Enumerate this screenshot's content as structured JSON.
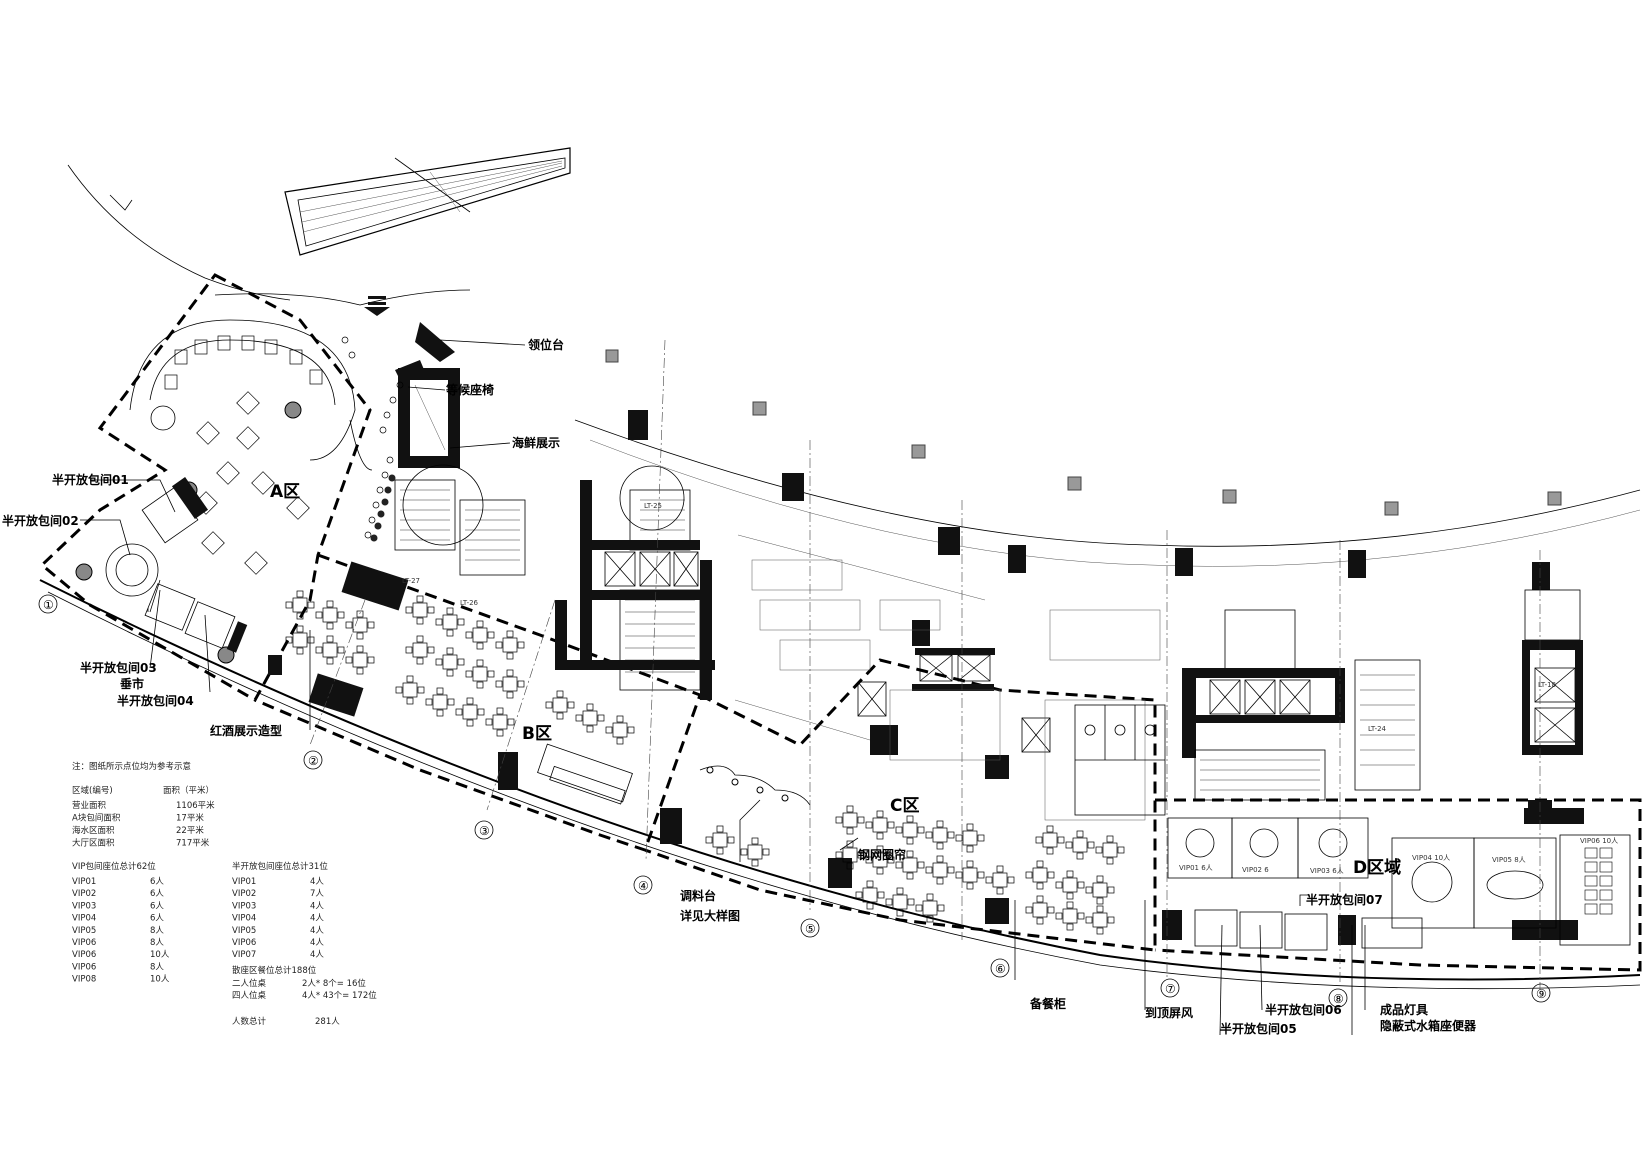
{
  "callouts": {
    "reception": "领位台",
    "waiting_seat": "等候座椅",
    "seafood_display": "海鲜展示",
    "semi_room_01": "半开放包间01",
    "semi_room_02": "半开放包间02",
    "curtain": "垂市",
    "semi_room_03": "半开放包间03",
    "semi_room_04": "半开放包间04",
    "wine_display": "红酒展示造型",
    "steel_curtain": "钢网圈帘",
    "bar_counter": "调料台",
    "see_detail": "详见大样图",
    "sideboard": "备餐柜",
    "ceiling_screen": "到顶屏风",
    "semi_room_05": "半开放包间05",
    "semi_room_06": "半开放包间06",
    "semi_room_07": "半开放包间07",
    "finished_lamp": "成品灯具",
    "concealed_toilet": "隐蔽式水箱座便器"
  },
  "zones": {
    "a": "A区",
    "b": "B区",
    "c": "C区",
    "d": "D区域"
  },
  "axes": [
    "①",
    "②",
    "③",
    "④",
    "⑤",
    "⑥",
    "⑦",
    "⑧",
    "⑨"
  ],
  "plan_labels": {
    "lt27a": "LT-27",
    "lt27b": "LT-27",
    "lt26": "LT-26",
    "lt25": "LT-25",
    "lt24": "LT-24",
    "lt18": "LT-18",
    "vip01": "VIP01 6人",
    "vip02": "VIP02 6",
    "vip03": "VIP03 6人",
    "vip04": "VIP04 10人",
    "vip05": "VIP05 8人",
    "vip06": "VIP06 10人"
  },
  "notes": {
    "header": "注：图纸所示点位均为参考示意",
    "area_head_col1": "区域(编号)",
    "area_head_col2": "面积（平米）",
    "area_rows": [
      {
        "name": "营业面积",
        "value": "1106平米"
      },
      {
        "name": "A块包间面积",
        "value": "17平米"
      },
      {
        "name": "海水区面积",
        "value": "22平米"
      },
      {
        "name": "大厅区面积",
        "value": "717平米"
      }
    ],
    "vip_head": "VIP包间座位总计62位",
    "vip_rows": [
      {
        "name": "VIP01",
        "value": "6人"
      },
      {
        "name": "VIP02",
        "value": "6人"
      },
      {
        "name": "VIP03",
        "value": "6人"
      },
      {
        "name": "VIP04",
        "value": "6人"
      },
      {
        "name": "VIP05",
        "value": "8人"
      },
      {
        "name": "VIP06",
        "value": "8人"
      },
      {
        "name": "VIP06",
        "value": "10人"
      },
      {
        "name": "VIP06",
        "value": "8人"
      },
      {
        "name": "VIP08",
        "value": "10人"
      }
    ],
    "semi_head": "半开放包间座位总计31位",
    "semi_rows": [
      {
        "name": "VIP01",
        "value": "4人"
      },
      {
        "name": "VIP02",
        "value": "7人"
      },
      {
        "name": "VIP03",
        "value": "4人"
      },
      {
        "name": "VIP04",
        "value": "4人"
      },
      {
        "name": "VIP05",
        "value": "4人"
      },
      {
        "name": "VIP06",
        "value": "4人"
      },
      {
        "name": "VIP07",
        "value": "4人"
      }
    ],
    "hall_head": "散座区餐位总计188位",
    "hall_rows": [
      {
        "name": "二人位桌",
        "value": "2人* 8个= 16位"
      },
      {
        "name": "四人位桌",
        "value": "4人* 43个= 172位"
      }
    ],
    "total_name": "人数总计",
    "total_value": "281人"
  }
}
